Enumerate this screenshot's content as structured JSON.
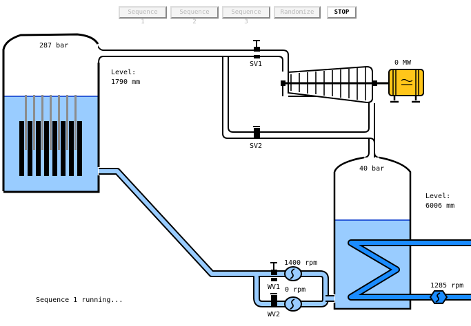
{
  "toolbar": {
    "buttons": [
      {
        "label": "Sequence 1",
        "enabled": false
      },
      {
        "label": "Sequence 2",
        "enabled": false
      },
      {
        "label": "Sequence 3",
        "enabled": false
      },
      {
        "label": "Randomize",
        "enabled": false
      },
      {
        "label": "STOP",
        "enabled": true
      }
    ]
  },
  "reactor": {
    "pressure": "287 bar",
    "level_label": "Level:",
    "level_value": "1790 mm",
    "level_fraction": 0.62
  },
  "valves": {
    "sv1": "SV1",
    "sv2": "SV2",
    "wv1": "WV1",
    "wv2": "WV2"
  },
  "generator": {
    "power": "0 MW"
  },
  "condenser": {
    "pressure": "40 bar",
    "level_label": "Level:",
    "level_value": "6006 mm",
    "level_fraction": 0.57
  },
  "pumps": {
    "feed_pump_1": "1400 rpm",
    "feed_pump_2": "0 rpm",
    "cooling_pump": "1285 rpm"
  },
  "status": "Sequence 1 running...",
  "colors": {
    "water": "#99ccff",
    "water_surface": "#0033cc",
    "cooling_water": "#1a8cff",
    "generator": "#ffc61a",
    "rods": "#8c8c8c",
    "fuel": "#000000"
  }
}
